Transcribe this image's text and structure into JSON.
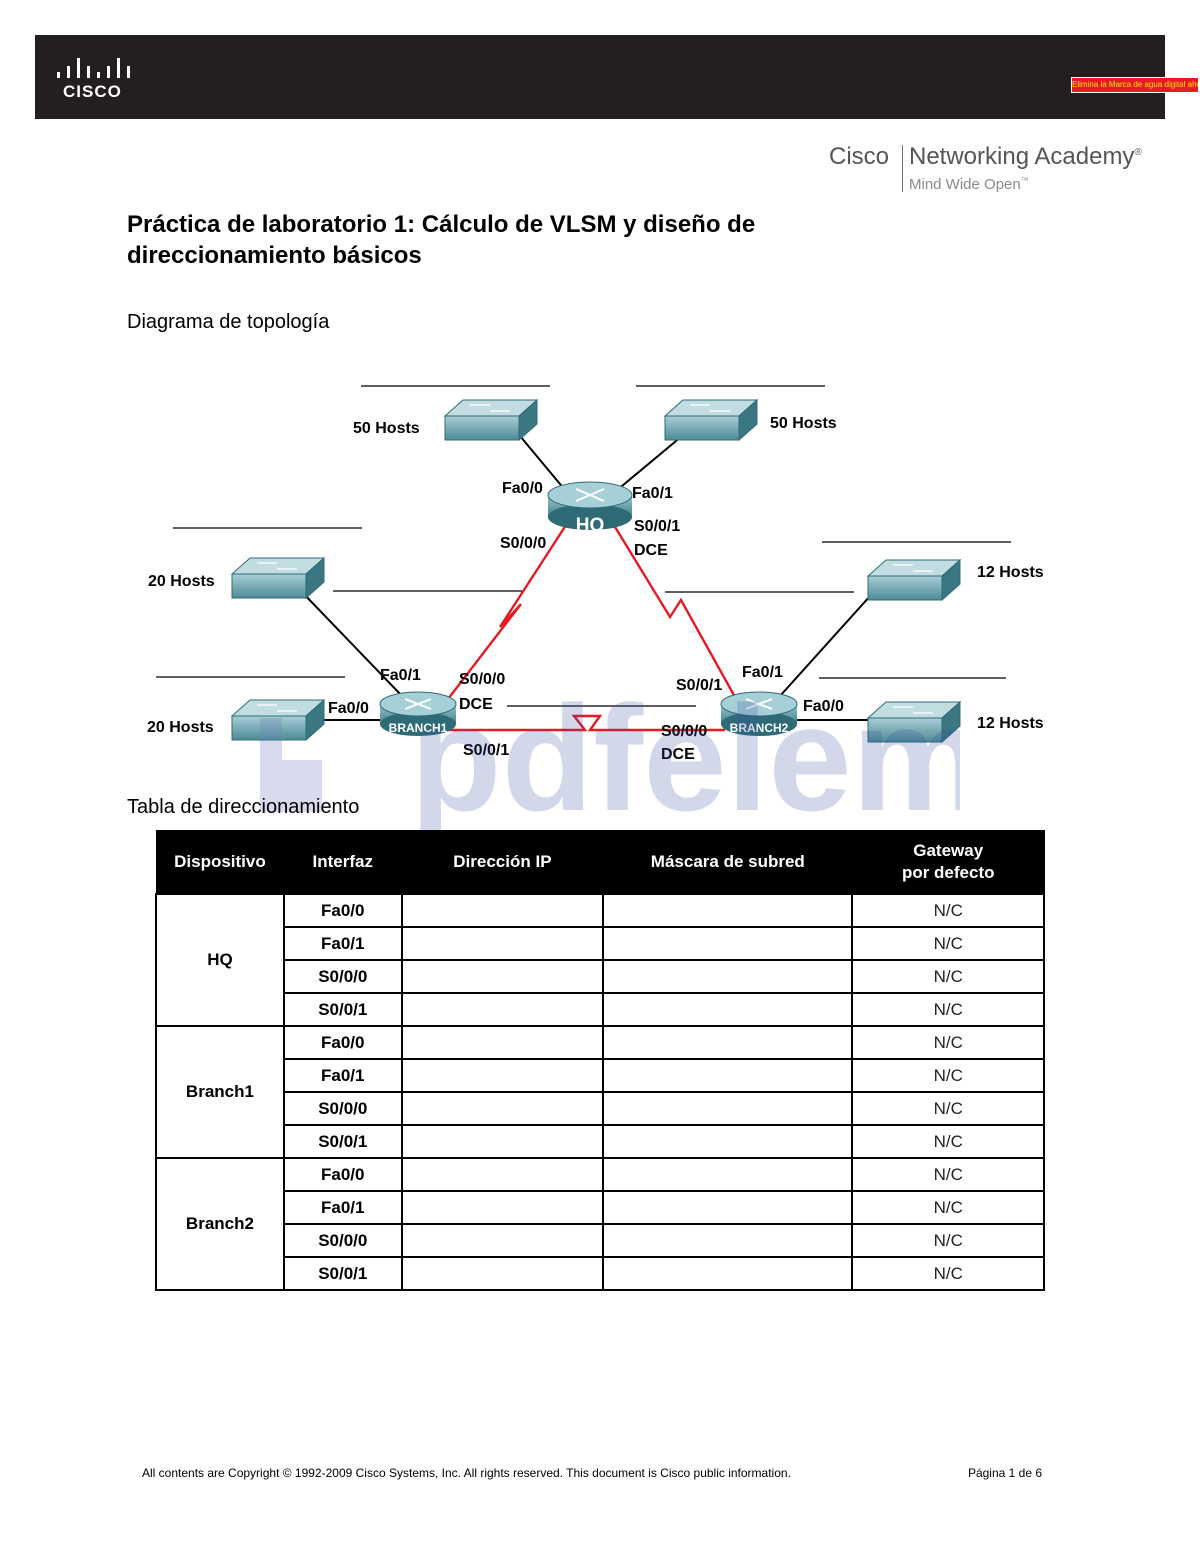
{
  "header": {
    "logo_word": "CISCO",
    "pdf_badge": "Elimina la Marca de agua digital ahora",
    "academy_cisco": "Cisco",
    "academy_name": "Networking Academy",
    "academy_reg": "®",
    "academy_tagline": "Mind Wide Open",
    "academy_tm": "™"
  },
  "title": "Práctica de laboratorio 1: Cálculo de VLSM y diseño de direccionamiento básicos",
  "sections": {
    "topology": "Diagrama de topología",
    "table": "Tabla de direccionamiento"
  },
  "topology": {
    "routers": {
      "hq": "HQ",
      "branch1": "BRANCH1",
      "branch2": "BRANCH2"
    },
    "hosts": {
      "hq_left": "50 Hosts",
      "hq_right": "50 Hosts",
      "b1_top": "20 Hosts",
      "b1_bottom": "20 Hosts",
      "b2_top": "12 Hosts",
      "b2_bottom": "12 Hosts"
    },
    "labels": {
      "hq_fa00": "Fa0/0",
      "hq_fa01": "Fa0/1",
      "hq_s000": "S0/0/0",
      "hq_s001": "S0/0/1",
      "hq_dce": "DCE",
      "b1_fa01": "Fa0/1",
      "b1_fa00": "Fa0/0",
      "b1_s000": "S0/0/0",
      "b1_dce": "DCE",
      "b1_s001": "S0/0/1",
      "b2_fa01": "Fa0/1",
      "b2_fa00": "Fa0/0",
      "b2_s001": "S0/0/1",
      "b2_s000": "S0/0/0",
      "b2_dce": "DCE"
    }
  },
  "watermark": "pdfelement",
  "table": {
    "headers": [
      "Dispositivo",
      "Interfaz",
      "Dirección IP",
      "Máscara de subred",
      "Gateway por defecto"
    ],
    "gateway_header_lines": [
      "Gateway",
      "por defecto"
    ],
    "devices": [
      {
        "name": "HQ",
        "rows": [
          {
            "iface": "Fa0/0",
            "ip": "",
            "mask": "",
            "gw": "N/C"
          },
          {
            "iface": "Fa0/1",
            "ip": "",
            "mask": "",
            "gw": "N/C"
          },
          {
            "iface": "S0/0/0",
            "ip": "",
            "mask": "",
            "gw": "N/C"
          },
          {
            "iface": "S0/0/1",
            "ip": "",
            "mask": "",
            "gw": "N/C"
          }
        ]
      },
      {
        "name": "Branch1",
        "rows": [
          {
            "iface": "Fa0/0",
            "ip": "",
            "mask": "",
            "gw": "N/C"
          },
          {
            "iface": "Fa0/1",
            "ip": "",
            "mask": "",
            "gw": "N/C"
          },
          {
            "iface": "S0/0/0",
            "ip": "",
            "mask": "",
            "gw": "N/C"
          },
          {
            "iface": "S0/0/1",
            "ip": "",
            "mask": "",
            "gw": "N/C"
          }
        ]
      },
      {
        "name": "Branch2",
        "rows": [
          {
            "iface": "Fa0/0",
            "ip": "",
            "mask": "",
            "gw": "N/C"
          },
          {
            "iface": "Fa0/1",
            "ip": "",
            "mask": "",
            "gw": "N/C"
          },
          {
            "iface": "S0/0/0",
            "ip": "",
            "mask": "",
            "gw": "N/C"
          },
          {
            "iface": "S0/0/1",
            "ip": "",
            "mask": "",
            "gw": "N/C"
          }
        ]
      }
    ]
  },
  "footer": {
    "copyright": "All contents are Copyright © 1992-2009 Cisco Systems, Inc. All rights reserved. This document is Cisco public information.",
    "page": "Página 1 de 6"
  }
}
